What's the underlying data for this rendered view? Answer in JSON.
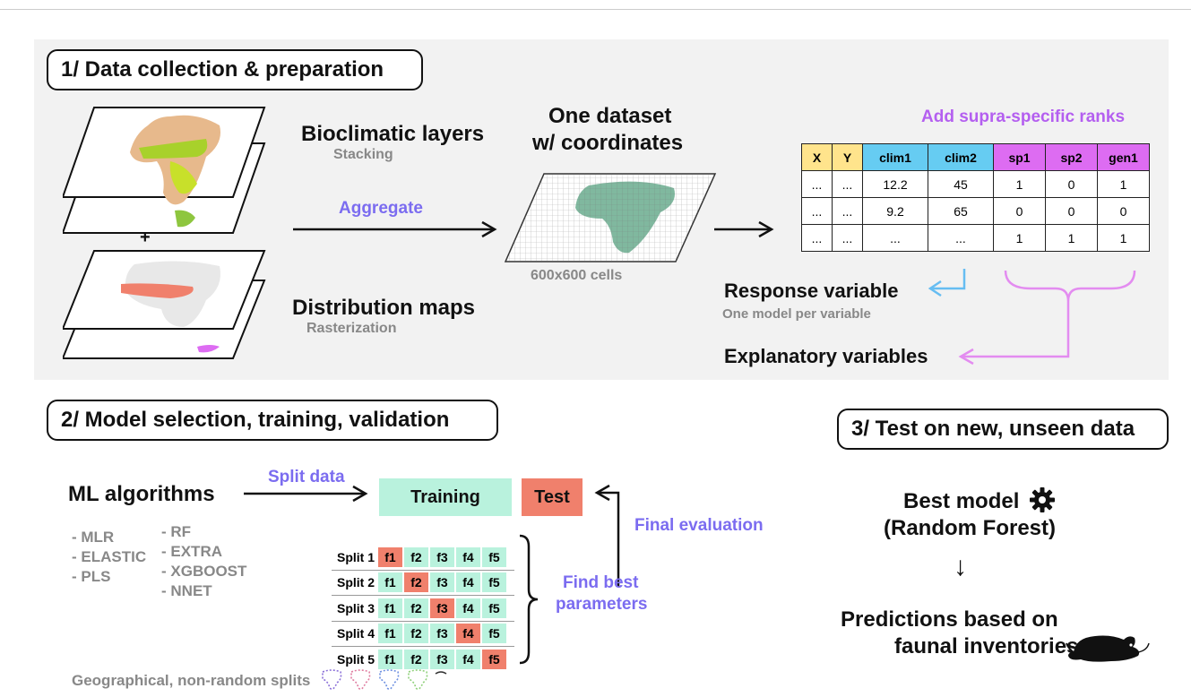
{
  "section1": {
    "title": "1/ Data collection & preparation",
    "bioclimatic_label": "Bioclimatic layers",
    "bioclimatic_sub": "Stacking",
    "plus": "+",
    "distribution_label": "Distribution maps",
    "distribution_sub": "Rasterization",
    "aggregate": "Aggregate",
    "dataset_line1": "One dataset",
    "dataset_line2": "w/ coordinates",
    "cells": "600x600 cells",
    "supra_label": "Add supra-specific ranks",
    "response_label": "Response variable",
    "response_sub": "One model per variable",
    "explanatory_label": "Explanatory variables",
    "table": {
      "headers": [
        "X",
        "Y",
        "clim1",
        "clim2",
        "sp1",
        "sp2",
        "gen1"
      ],
      "rows": [
        [
          "...",
          "...",
          "12.2",
          "45",
          "1",
          "0",
          "1"
        ],
        [
          "...",
          "...",
          "9.2",
          "65",
          "0",
          "0",
          "0"
        ],
        [
          "...",
          "...",
          "...",
          "...",
          "1",
          "1",
          "1"
        ]
      ]
    }
  },
  "section2": {
    "title": "2/ Model selection, training, validation",
    "ml_label": "ML algorithms",
    "algos_left": [
      "- MLR",
      "- ELASTIC",
      "- PLS"
    ],
    "algos_right": [
      "- RF",
      "- EXTRA",
      "- XGBOOST",
      "- NNET"
    ],
    "split_data": "Split data",
    "training": "Training",
    "test": "Test",
    "final_eval": "Final evaluation",
    "find_best_1": "Find best",
    "find_best_2": "parameters",
    "splits": [
      {
        "label": "Split 1",
        "folds": [
          "f1",
          "f2",
          "f3",
          "f4",
          "f5"
        ],
        "test_fold": 0
      },
      {
        "label": "Split 2",
        "folds": [
          "f1",
          "f2",
          "f3",
          "f4",
          "f5"
        ],
        "test_fold": 1
      },
      {
        "label": "Split 3",
        "folds": [
          "f1",
          "f2",
          "f3",
          "f4",
          "f5"
        ],
        "test_fold": 2
      },
      {
        "label": "Split 4",
        "folds": [
          "f1",
          "f2",
          "f3",
          "f4",
          "f5"
        ],
        "test_fold": 3
      },
      {
        "label": "Split 5",
        "folds": [
          "f1",
          "f2",
          "f3",
          "f4",
          "f5"
        ],
        "test_fold": 4
      }
    ],
    "geo_splits": "Geographical, non-random splits"
  },
  "section3": {
    "title": "3/ Test on new, unseen data",
    "best_model_1": "Best model",
    "best_model_2": "(Random Forest)",
    "arrow": "↓",
    "predictions_1": "Predictions based on",
    "predictions_2": "faunal inventories"
  },
  "colors": {
    "panel_bg": "#f2f2f2",
    "purple_text": "#7b6cf0",
    "violet_text": "#b45ff0",
    "xy_header": "#ffe48c",
    "clim_header": "#66ccf2",
    "sp_header": "#dd6cf2",
    "train_green": "#b9f2dd",
    "test_red": "#f0806c",
    "map_green": "#6aab8e"
  }
}
